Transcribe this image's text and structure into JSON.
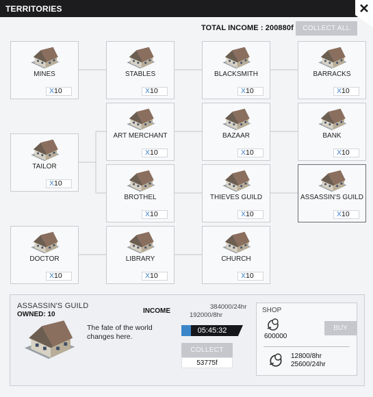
{
  "window": {
    "title": "TERRITORIES"
  },
  "header": {
    "total_income_label": "TOTAL INCOME : ",
    "total_income_value": "200880f",
    "collect_all_label": "COLLECT ALL"
  },
  "territories": [
    {
      "name": "MINES",
      "count_prefix": "X",
      "count": "10"
    },
    {
      "name": "STABLES",
      "count_prefix": "X",
      "count": "10"
    },
    {
      "name": "BLACKSMITH",
      "count_prefix": "X",
      "count": "10"
    },
    {
      "name": "BARRACKS",
      "count_prefix": "X",
      "count": "10"
    },
    {
      "name": "ART MERCHANT",
      "count_prefix": "X",
      "count": "10"
    },
    {
      "name": "BAZAAR",
      "count_prefix": "X",
      "count": "10"
    },
    {
      "name": "BANK",
      "count_prefix": "X",
      "count": "10"
    },
    {
      "name": "TAILOR",
      "count_prefix": "X",
      "count": "10"
    },
    {
      "name": "BROTHEL",
      "count_prefix": "X",
      "count": "10"
    },
    {
      "name": "THIEVES GUILD",
      "count_prefix": "X",
      "count": "10"
    },
    {
      "name": "ASSASSIN'S GUILD",
      "count_prefix": "X",
      "count": "10"
    },
    {
      "name": "DOCTOR",
      "count_prefix": "X",
      "count": "10"
    },
    {
      "name": "LIBRARY",
      "count_prefix": "X",
      "count": "10"
    },
    {
      "name": "CHURCH",
      "count_prefix": "X",
      "count": "10"
    }
  ],
  "detail": {
    "title": "ASSASSIN'S GUILD",
    "owned": "OWNED: 10",
    "description": "The fate of the world changes here.",
    "income_label": "INCOME",
    "rate_high": "384000/24hr",
    "rate_low": "192000/8hr",
    "timer": "05:45:32",
    "timer_progress": 0.16,
    "collect_label": "COLLECT",
    "collect_amount": "53775f"
  },
  "shop": {
    "label": "SHOP",
    "price": "600000",
    "buy_label": "BUY",
    "upgrade_rate_1": "12800/8hr",
    "upgrade_rate_2": "25600/24hr"
  },
  "colors": {
    "titlebar": "#1c1c1e",
    "accent_blue": "#3b86c8",
    "button_disabled": "#c5c7cc"
  }
}
